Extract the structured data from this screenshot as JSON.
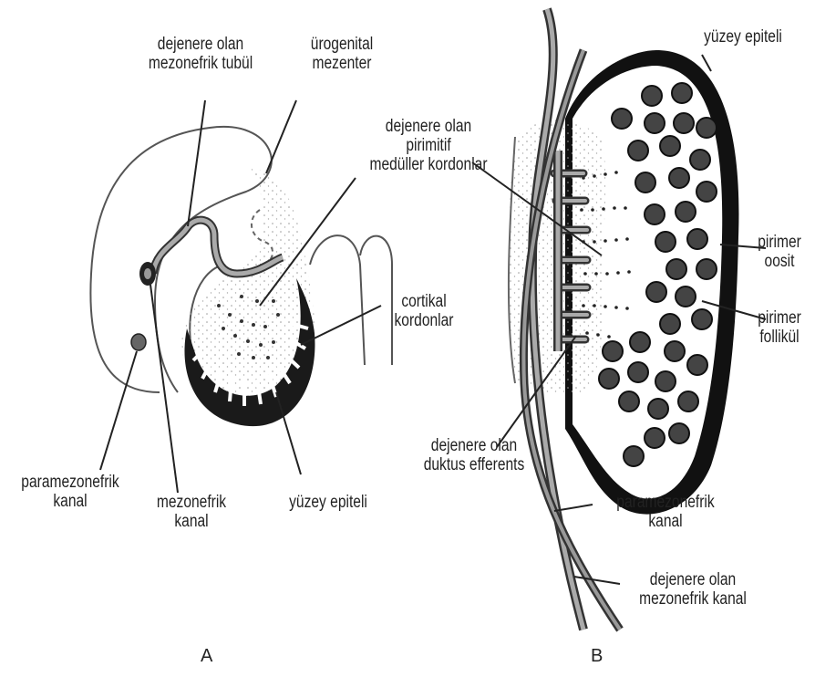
{
  "panels": {
    "a": "A",
    "b": "B"
  },
  "labels_a": {
    "degenerate_tubule": [
      "dejenere olan",
      "mezonefrik tubül"
    ],
    "urogenital_mesentery": [
      "ürogenital",
      "mezenter"
    ],
    "degenerate_medullary_cords": [
      "dejenere olan",
      "pirimitif",
      "medüller kordonlar"
    ],
    "cortical_cords": [
      "cortikal",
      "kordonlar"
    ],
    "paramesonephric_duct": [
      "paramezonefrik",
      "kanal"
    ],
    "mesonephric_duct": [
      "mezonefrik",
      "kanal"
    ],
    "surface_epithelium": [
      "yüzey epiteli"
    ]
  },
  "labels_b": {
    "surface_epithelium": [
      "yüzey epiteli"
    ],
    "primary_oocyte": [
      "pirimer",
      "oosit"
    ],
    "primary_follicle": [
      "pirimer",
      "follikül"
    ],
    "degenerate_efferent_ducts": [
      "dejenere olan",
      "duktus efferents"
    ],
    "paramesonephric_duct": [
      "paramezonefrik",
      "kanal"
    ],
    "degenerate_mesonephric_duct": [
      "dejenere olan",
      "mezonefrik kanal"
    ]
  }
}
